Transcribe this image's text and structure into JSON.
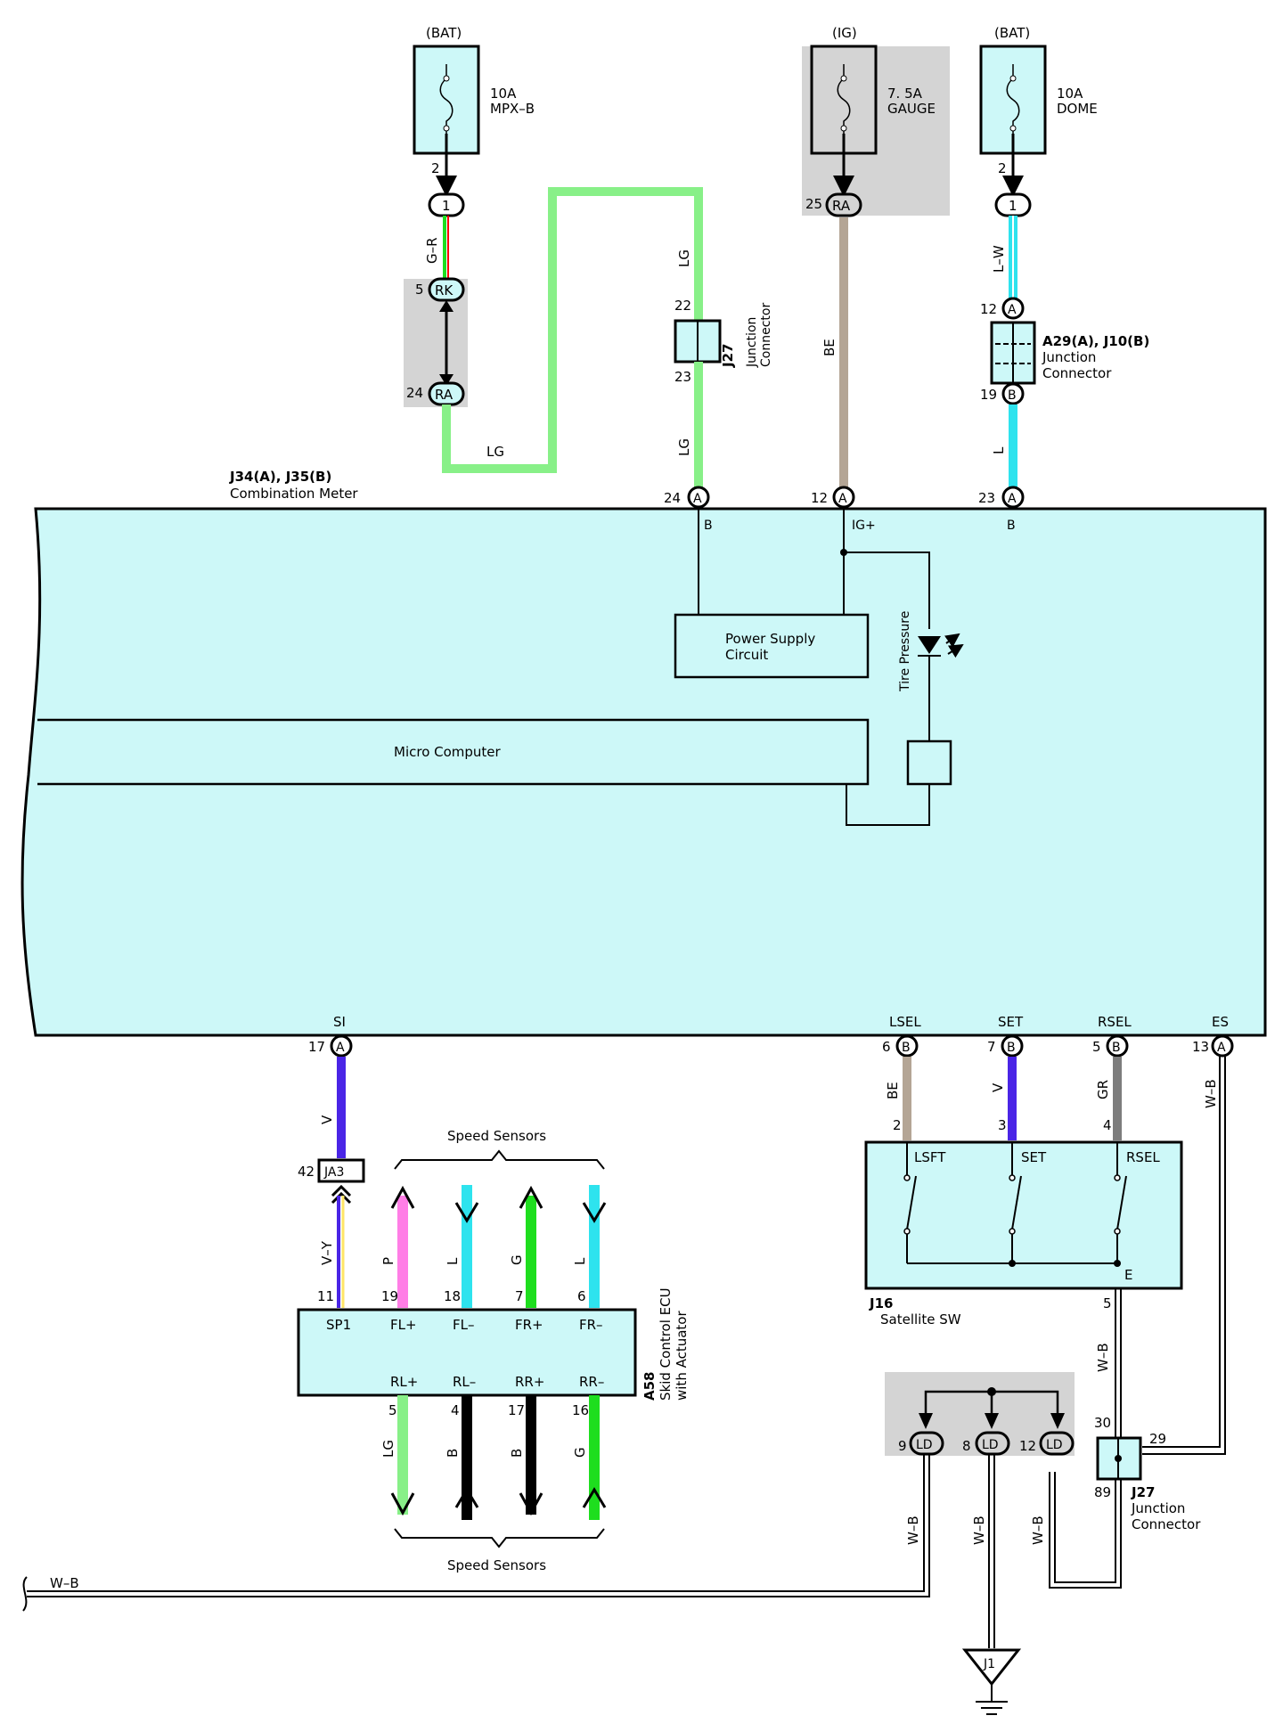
{
  "colors": {
    "block_fill": "#cdf8f8",
    "shade": "#d4d4d4",
    "wire_LG": "#88f088",
    "wire_BE": "#b4a595",
    "wire_L": "#2ee3ee",
    "wire_V": "#4a25e6",
    "wire_P": "#ff7ee6",
    "wire_G": "#1ede1e",
    "wire_B": "#000000",
    "wire_GR": "#7d7d7d",
    "wire_R": "#ff0000"
  },
  "fuses": {
    "mpx": {
      "source": "(BAT)",
      "rating": "10A",
      "name": "MPX–B",
      "pin_out": "2",
      "conn": "1"
    },
    "gauge": {
      "source": "(IG)",
      "rating": "7. 5A",
      "name": "GAUGE",
      "pin_out": "25",
      "conn": "RA"
    },
    "dome": {
      "source": "(BAT)",
      "rating": "10A",
      "name": "DOME",
      "pin_out": "2",
      "conn": "1"
    }
  },
  "mpx_path": {
    "wire": "G–R",
    "rk_pin": "5",
    "rk": "RK",
    "ra_pin": "24",
    "ra": "RA",
    "wire_lg": "LG"
  },
  "j27_top": {
    "id": "J27",
    "label1": "Junction",
    "label2": "Connector",
    "pin_in": "22",
    "pin_out": "23",
    "wire_in": "LG",
    "wire_out": "LG"
  },
  "gauge_wire": "BE",
  "dome_path": {
    "wire_in": "L–W",
    "pin_a": "12",
    "conn_a": "A",
    "id": "A29(A), J10(B)",
    "label1": "Junction",
    "label2": "Connector",
    "pin_b": "19",
    "conn_b": "B",
    "wire_out": "L"
  },
  "meter": {
    "id": "J34(A), J35(B)",
    "name": "Combination Meter",
    "pins_top": [
      {
        "pin": "24",
        "conn": "A",
        "term": "B"
      },
      {
        "pin": "12",
        "conn": "A",
        "term": "IG+"
      },
      {
        "pin": "23",
        "conn": "A",
        "term": "B"
      }
    ],
    "power_supply": "Power Supply",
    "power_supply2": "Circuit",
    "tire_pressure": "Tire Pressure",
    "micro": "Micro Computer",
    "pins_bottom": [
      {
        "term": "SI",
        "pin": "17",
        "conn": "A"
      },
      {
        "term": "LSEL",
        "pin": "6",
        "conn": "B"
      },
      {
        "term": "SET",
        "pin": "7",
        "conn": "B"
      },
      {
        "term": "RSEL",
        "pin": "5",
        "conn": "B"
      },
      {
        "term": "ES",
        "pin": "13",
        "conn": "A"
      }
    ]
  },
  "si_path": {
    "wire": "V",
    "pin": "42",
    "conn": "JA3",
    "wire2": "V–Y"
  },
  "speed_sensors_top": "Speed Sensors",
  "speed_sensors_bottom": "Speed Sensors",
  "ecu": {
    "id": "A58",
    "name1": "Skid Control ECU",
    "name2": "with Actuator",
    "top": [
      {
        "term": "SP1",
        "pin": "11",
        "wire": ""
      },
      {
        "term": "FL+",
        "pin": "19",
        "wire": "P"
      },
      {
        "term": "FL–",
        "pin": "18",
        "wire": "L"
      },
      {
        "term": "FR+",
        "pin": "7",
        "wire": "G"
      },
      {
        "term": "FR–",
        "pin": "6",
        "wire": "L"
      }
    ],
    "bottom": [
      {
        "term": "RL+",
        "pin": "5",
        "wire": "LG"
      },
      {
        "term": "RL–",
        "pin": "4",
        "wire": "B"
      },
      {
        "term": "RR+",
        "pin": "17",
        "wire": "B"
      },
      {
        "term": "RR–",
        "pin": "16",
        "wire": "G"
      }
    ]
  },
  "satellite": {
    "id": "J16",
    "name": "Satellite SW",
    "wires": [
      {
        "wire": "BE",
        "pin": "2"
      },
      {
        "wire": "V",
        "pin": "3"
      },
      {
        "wire": "GR",
        "pin": "4"
      }
    ],
    "switches": [
      "LSFT",
      "SET",
      "RSEL"
    ],
    "e": "E",
    "e_pin": "5",
    "e_wire": "W–B"
  },
  "es_wire": "W–B",
  "j27_bottom": {
    "id": "J27",
    "label1": "Junction",
    "label2": "Connector",
    "pin30": "30",
    "pin29": "29",
    "pin89": "89"
  },
  "ld": {
    "pins": [
      {
        "pin": "9",
        "conn": "LD"
      },
      {
        "pin": "8",
        "conn": "LD"
      },
      {
        "pin": "12",
        "conn": "LD"
      }
    ],
    "wires": [
      "W–B",
      "W–B",
      "W–B"
    ]
  },
  "ground": {
    "id": "J1"
  },
  "left_wire": "W–B"
}
